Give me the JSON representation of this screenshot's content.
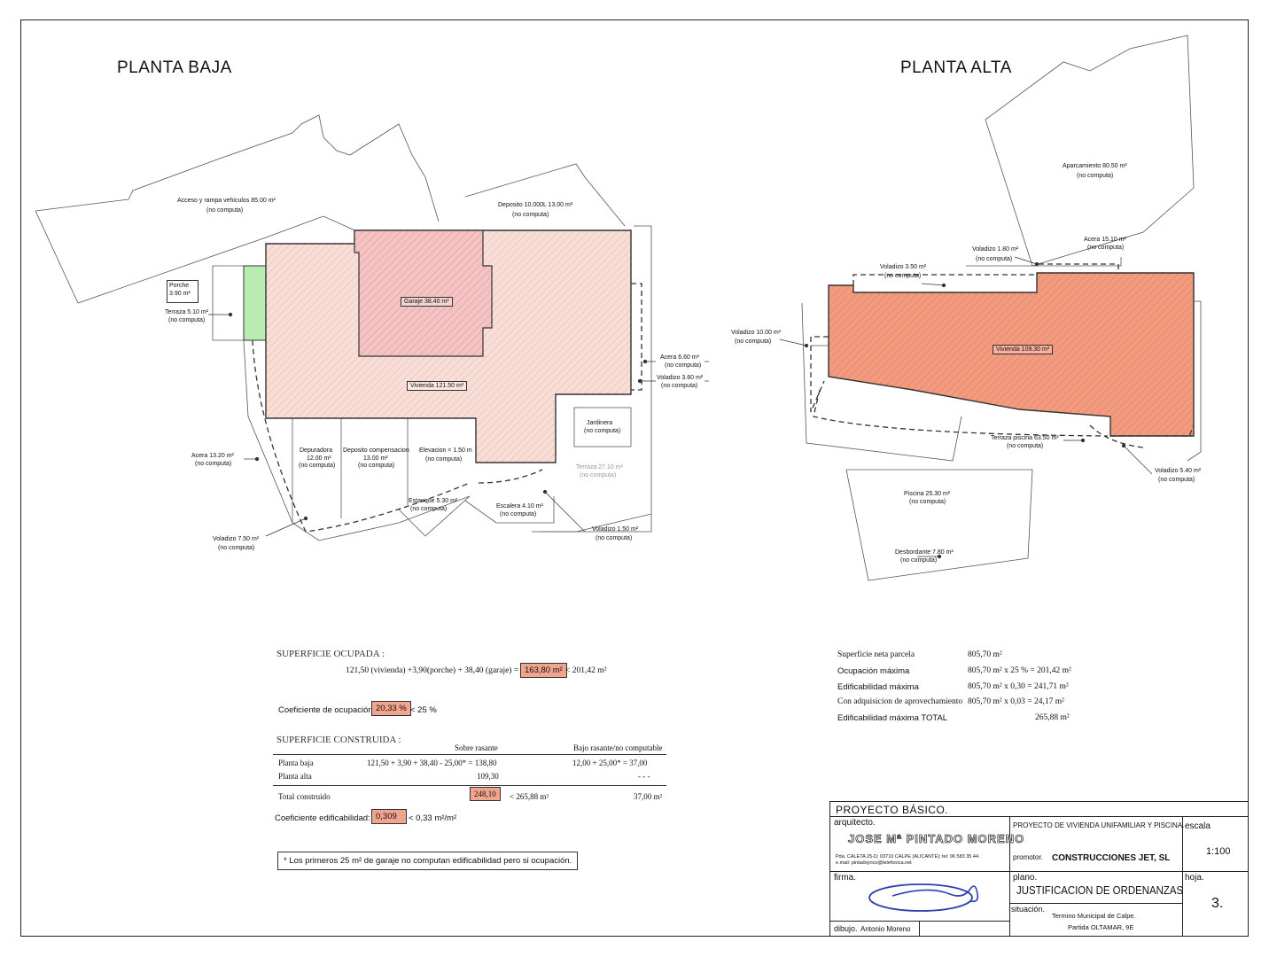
{
  "plans": {
    "baja_title": "PLANTA BAJA",
    "alta_title": "PLANTA ALTA",
    "baja": {
      "acceso": "Acceso y rampa vehiculos 85.00 m²",
      "acceso_nc": "(no computa)",
      "deposito": "Deposito 10.000L 13.00 m²",
      "deposito_nc": "(no computa)",
      "porche_a": "Porche",
      "porche_b": "3.90 m²",
      "terraza": "Terraza  5.10 m²",
      "terraza_nc": "(no computa)",
      "garaje": "Garaje  38.40 m²",
      "vivienda": "Vivienda  121.50 m²",
      "acera_r": "Acera  6.60 m²",
      "acera_r_nc": "(no computa)",
      "voladizo_r": "Voladizo  3.60 m²",
      "voladizo_r_nc": "(no computa)",
      "jardinera": "Jardinera",
      "jardinera_nc": "(no computa)",
      "terraza_b": "Terraza  27.10 m²",
      "terraza_b_nc": "(no computa)",
      "acera_l": "Acera  13.20 m²",
      "acera_l_nc": "(no computa)",
      "depuradora": "Depuradora",
      "depuradora_m": "12.00 m²",
      "depuradora_nc": "(no computa)",
      "dep_comp": "Deposito compensacion",
      "dep_comp_m": "13.00 m²",
      "dep_comp_nc": "(no computa)",
      "elevacion": "Elevacion < 1.50 m",
      "elevacion_nc": "(no computa)",
      "estanque": "Estanque  5.30 m²",
      "estanque_nc": "(no computa)",
      "escalera": "Escalera  4.10 m²",
      "escalera_nc": "(no computa)",
      "voladizo_b": "Voladizo  1.50 m²",
      "voladizo_b_nc": "(no computa)",
      "voladizo_l": "Voladizo  7.50 m²",
      "voladizo_l_nc": "(no computa)"
    },
    "alta": {
      "aparcamiento": "Aparcamiento  80.50 m²",
      "aparcamiento_nc": "(no computa)",
      "voladizo_1": "Voladizo  1.80 m²",
      "voladizo_1_nc": "(no computa)",
      "acera": "Acera  15.10 m²",
      "acera_nc": "(no computa)",
      "voladizo_2": "Voladizo  3.50 m²",
      "voladizo_2_nc": "(no computa)",
      "voladizo_3": "Voladizo  10.00 m²",
      "voladizo_3_nc": "(no computa)",
      "vivienda": "Vivienda  109.30 m²",
      "terraza_piscina": "Terraza piscina  63.50 m²",
      "terraza_piscina_nc": "(no computa)",
      "voladizo_4": "Voladizo  5.40 m²",
      "voladizo_4_nc": "(no computa)",
      "piscina": "Piscina  25.30 m²",
      "piscina_nc": "(no computa)",
      "desbordante": "Desbordante  7.80 m²",
      "desbordante_nc": "(no computa)"
    }
  },
  "ocupada": {
    "heading": "SUPERFICIE OCUPADA :",
    "formula": "121,50 (vivienda) +3,90(porche) + 38,40 (garaje) =",
    "result": "163,80 m²",
    "limit": "< 201,42 m²",
    "coef_label": "Coeficiente de ocupación:",
    "coef_value": "20,33 %",
    "coef_limit": "<  25 %"
  },
  "construida": {
    "heading": "SUPERFICIE CONSTRUIDA :",
    "col_sobre": "Sobre rasante",
    "col_bajo": "Bajo rasante/no computable",
    "rows": [
      {
        "name": "Planta baja",
        "sobre": "121,50 + 3,90 + 38,40 - 25,00* =  138,80",
        "bajo": "12,00 + 25,00* =  37,00"
      },
      {
        "name": "Planta alta",
        "sobre": "109,30",
        "bajo": "- - -"
      }
    ],
    "total_label": "Total construido",
    "total_value": "248,10",
    "total_limit": "< 265,88 m²",
    "total_bajo": "37,00 m²",
    "coef_label": "Coeficiente edificabilidad:",
    "coef_value": "0,309",
    "coef_limit": "< 0,33 m²/m²",
    "note": "* Los primeros 25 m² de garaje no computan edificabilidad pero si ocupación."
  },
  "parcela": {
    "rows": [
      {
        "label": "Superficie neta parcela",
        "value": "805,70 m²"
      },
      {
        "label": "Ocupación máxima",
        "value": "805,70 m² x 25 % = 201,42 m²"
      },
      {
        "label": "Edificabilidad máxima",
        "value": "805,70 m² x 0,30 = 241,71 m²"
      },
      {
        "label": "Con adquisicion de aprovechamiento",
        "value": "805,70 m² x 0,03 =  24,17 m²"
      },
      {
        "label": "Edificabilidad máxima TOTAL",
        "value": "265,88 m²"
      }
    ]
  },
  "titleblock": {
    "proyecto": "PROYECTO BÁSICO.",
    "arquitecto_label": "arquitecto.",
    "arquitecto": "JOSE Mª PINTADO MORENO",
    "address": "Pda. CALETA 25-D; 03710 CALPE (ALICANTE); tel: 96 583 35 44.",
    "email": "e.mail: pintadoyrico@telefonica.net",
    "proyecto_desc": "PROYECTO DE VIVIENDA UNIFAMILIAR Y PISCINA.",
    "escala_label": "escala",
    "escala": "1:100",
    "promotor_label": "promotor.",
    "promotor": "CONSTRUCCIONES JET, SL",
    "firma_label": "firma.",
    "plano_label": "plano.",
    "plano": "JUSTIFICACION DE ORDENANZAS",
    "hoja_label": "hoja.",
    "hoja": "3.",
    "situacion_label": "situación.",
    "situacion_1": "Termino Municipal de Calpe.",
    "situacion_2": "Partida OLTAMAR, 9E",
    "dibujo_label": "dibujo.",
    "dibujo": "Antonio Moreno"
  }
}
